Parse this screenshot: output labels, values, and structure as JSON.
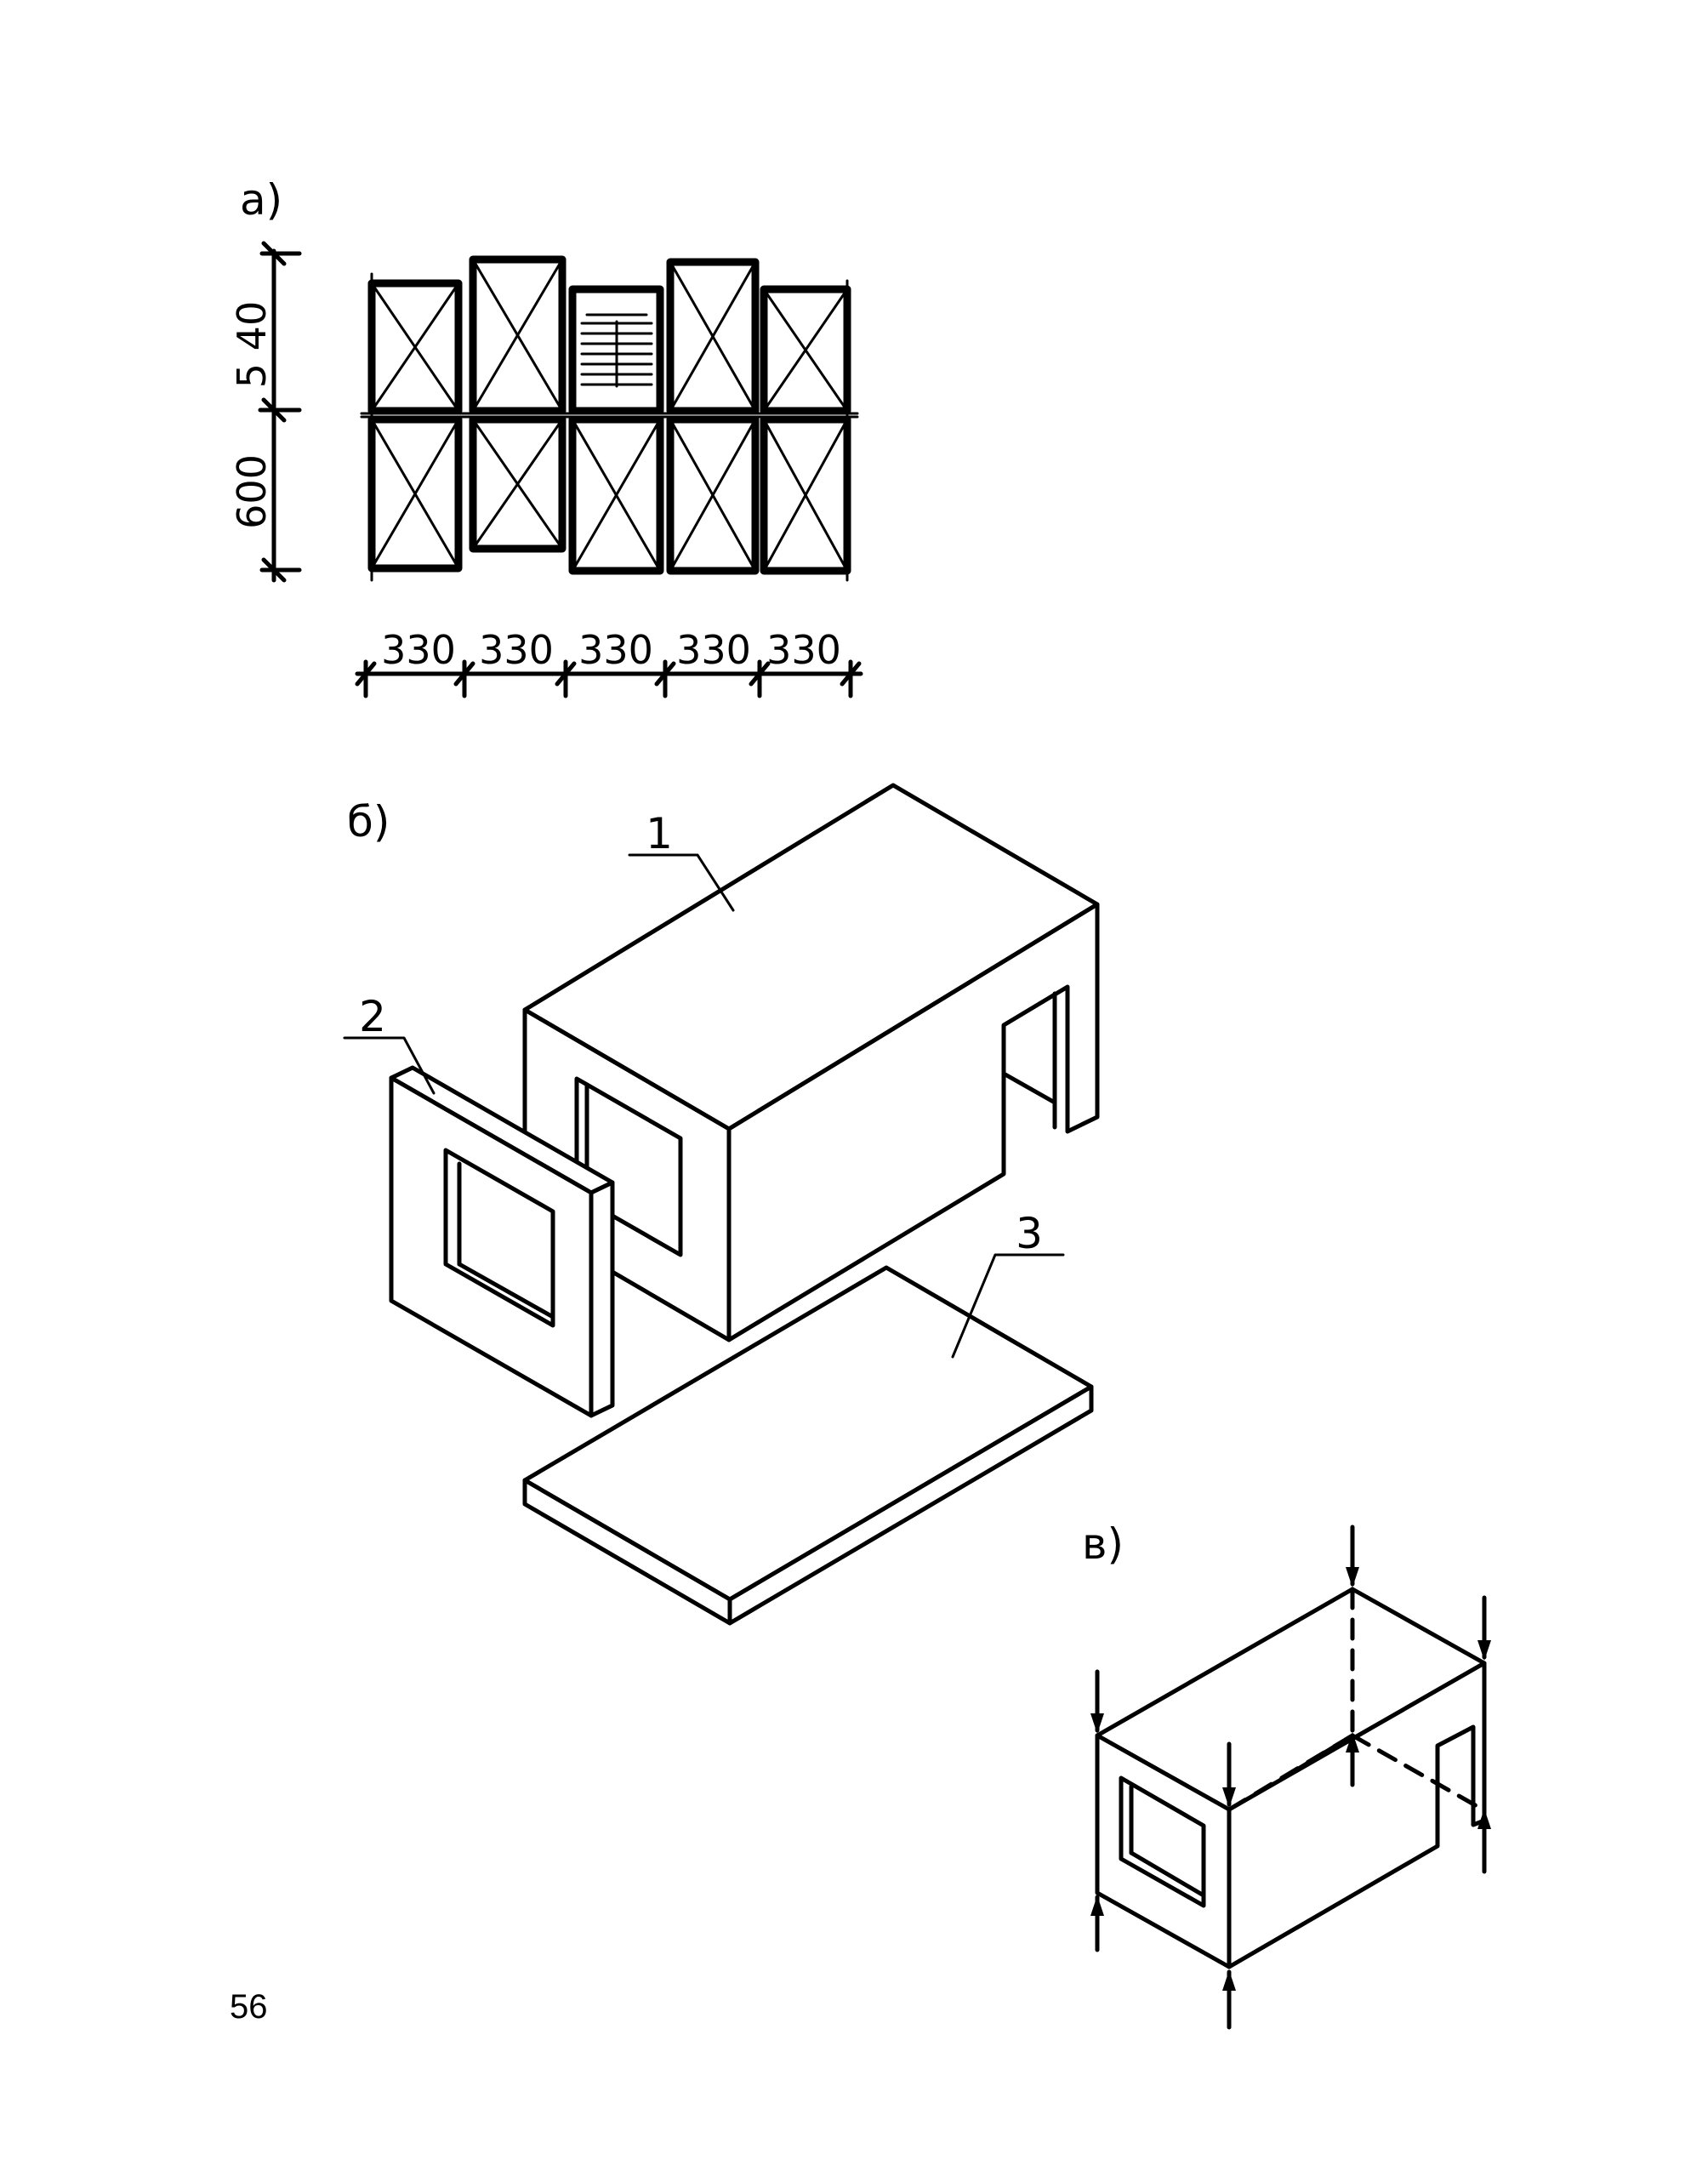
{
  "figure": {
    "part_a": {
      "label": "а)",
      "vertical_dims": [
        "5 40",
        "600"
      ],
      "horizontal_dims": [
        "330",
        "330",
        "330",
        "330",
        "330"
      ]
    },
    "part_b": {
      "label": "б)",
      "callouts": [
        "1",
        "2",
        "3"
      ]
    },
    "part_c": {
      "label": "в)"
    }
  },
  "page_number": "56"
}
